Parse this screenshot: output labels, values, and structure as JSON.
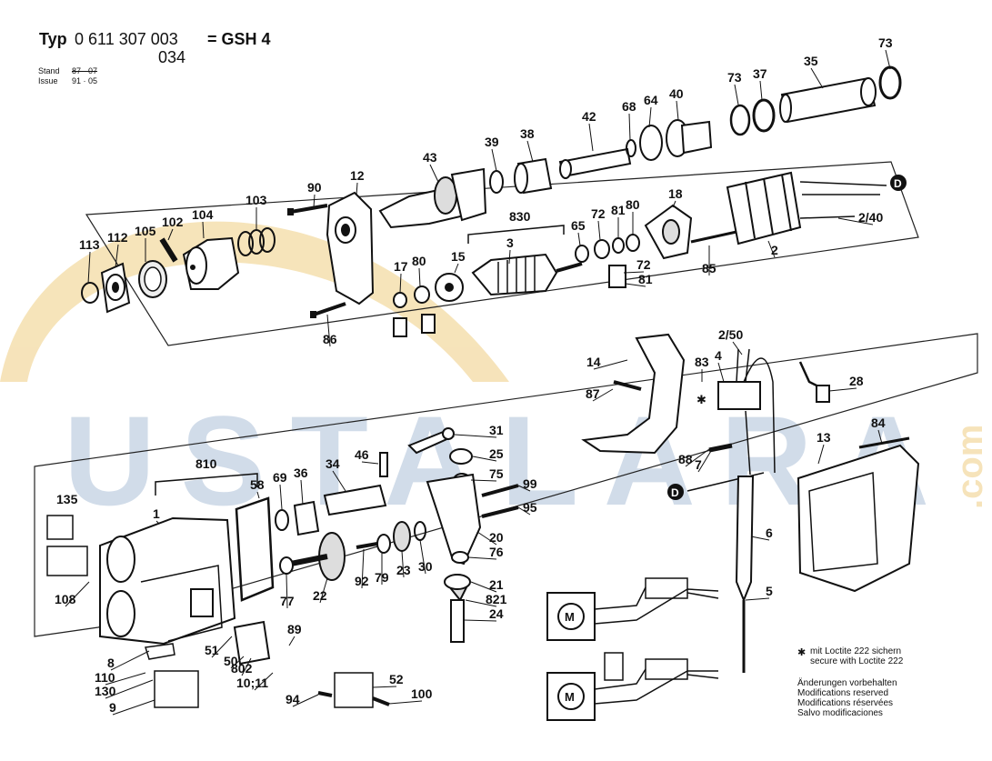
{
  "header": {
    "typ_label": "Typ",
    "typ_number": "0 611 307 003",
    "variant": "034",
    "equals_model": "= GSH 4",
    "stand_label": "Stand",
    "issue_label": "Issue",
    "stand_value": "87 · 07",
    "issue_value": "91 · 05"
  },
  "watermark": {
    "text": "USTALARA",
    "suffix": ".com",
    "color_text": "#c9d6e6",
    "color_arc": "#f5dfae"
  },
  "part_labels": [
    {
      "id": "73a",
      "text": "73"
    },
    {
      "id": "35",
      "text": "35"
    },
    {
      "id": "73b",
      "text": "73"
    },
    {
      "id": "37",
      "text": "37"
    },
    {
      "id": "64",
      "text": "64"
    },
    {
      "id": "40",
      "text": "40"
    },
    {
      "id": "68",
      "text": "68"
    },
    {
      "id": "42",
      "text": "42"
    },
    {
      "id": "43",
      "text": "43"
    },
    {
      "id": "39",
      "text": "39"
    },
    {
      "id": "38",
      "text": "38"
    },
    {
      "id": "12",
      "text": "12"
    },
    {
      "id": "90",
      "text": "90"
    },
    {
      "id": "103",
      "text": "103"
    },
    {
      "id": "104",
      "text": "104"
    },
    {
      "id": "102",
      "text": "102"
    },
    {
      "id": "105",
      "text": "105"
    },
    {
      "id": "112",
      "text": "112"
    },
    {
      "id": "113",
      "text": "113"
    },
    {
      "id": "830",
      "text": "830"
    },
    {
      "id": "72a",
      "text": "72"
    },
    {
      "id": "81a",
      "text": "81"
    },
    {
      "id": "80a",
      "text": "80"
    },
    {
      "id": "18",
      "text": "18"
    },
    {
      "id": "2_40",
      "text": "2/40"
    },
    {
      "id": "65",
      "text": "65"
    },
    {
      "id": "3",
      "text": "3"
    },
    {
      "id": "15",
      "text": "15"
    },
    {
      "id": "17",
      "text": "17"
    },
    {
      "id": "80b",
      "text": "80"
    },
    {
      "id": "72b",
      "text": "72"
    },
    {
      "id": "81b",
      "text": "81"
    },
    {
      "id": "85",
      "text": "85"
    },
    {
      "id": "2",
      "text": "2"
    },
    {
      "id": "86",
      "text": "86"
    },
    {
      "id": "14",
      "text": "14"
    },
    {
      "id": "2_50",
      "text": "2/50"
    },
    {
      "id": "83",
      "text": "83"
    },
    {
      "id": "4",
      "text": "4"
    },
    {
      "id": "28",
      "text": "28"
    },
    {
      "id": "87",
      "text": "87"
    },
    {
      "id": "31",
      "text": "31"
    },
    {
      "id": "25",
      "text": "25"
    },
    {
      "id": "46",
      "text": "46"
    },
    {
      "id": "34",
      "text": "34"
    },
    {
      "id": "810",
      "text": "810"
    },
    {
      "id": "36",
      "text": "36"
    },
    {
      "id": "69",
      "text": "69"
    },
    {
      "id": "58",
      "text": "58"
    },
    {
      "id": "75",
      "text": "75"
    },
    {
      "id": "99",
      "text": "99"
    },
    {
      "id": "88",
      "text": "88"
    },
    {
      "id": "7",
      "text": "7"
    },
    {
      "id": "13",
      "text": "13"
    },
    {
      "id": "84",
      "text": "84"
    },
    {
      "id": "135",
      "text": "135"
    },
    {
      "id": "1",
      "text": "1"
    },
    {
      "id": "95",
      "text": "95"
    },
    {
      "id": "20",
      "text": "20"
    },
    {
      "id": "6",
      "text": "6"
    },
    {
      "id": "76",
      "text": "76"
    },
    {
      "id": "30",
      "text": "30"
    },
    {
      "id": "23",
      "text": "23"
    },
    {
      "id": "79",
      "text": "79"
    },
    {
      "id": "92",
      "text": "92"
    },
    {
      "id": "22",
      "text": "22"
    },
    {
      "id": "77",
      "text": "77"
    },
    {
      "id": "108",
      "text": "108"
    },
    {
      "id": "21",
      "text": "21"
    },
    {
      "id": "821",
      "text": "821"
    },
    {
      "id": "24",
      "text": "24"
    },
    {
      "id": "5",
      "text": "5"
    },
    {
      "id": "89",
      "text": "89"
    },
    {
      "id": "51",
      "text": "51"
    },
    {
      "id": "50",
      "text": "50"
    },
    {
      "id": "8",
      "text": "8"
    },
    {
      "id": "110",
      "text": "110"
    },
    {
      "id": "130",
      "text": "130"
    },
    {
      "id": "802",
      "text": "802"
    },
    {
      "id": "10_11",
      "text": "10;11"
    },
    {
      "id": "52",
      "text": "52"
    },
    {
      "id": "9",
      "text": "9"
    },
    {
      "id": "94",
      "text": "94"
    },
    {
      "id": "100",
      "text": "100"
    }
  ],
  "markers": {
    "d_symbol": "D",
    "loctite_symbol": "✱",
    "motor_symbol": "M"
  },
  "footnote": {
    "loctite_de": "mit Loctite 222 sichern",
    "loctite_en": "secure with Loctite 222",
    "mod_de": "Änderungen vorbehalten",
    "mod_en": "Modifications reserved",
    "mod_fr": "Modifications réservées",
    "mod_it": "Salvo modificaciones"
  }
}
